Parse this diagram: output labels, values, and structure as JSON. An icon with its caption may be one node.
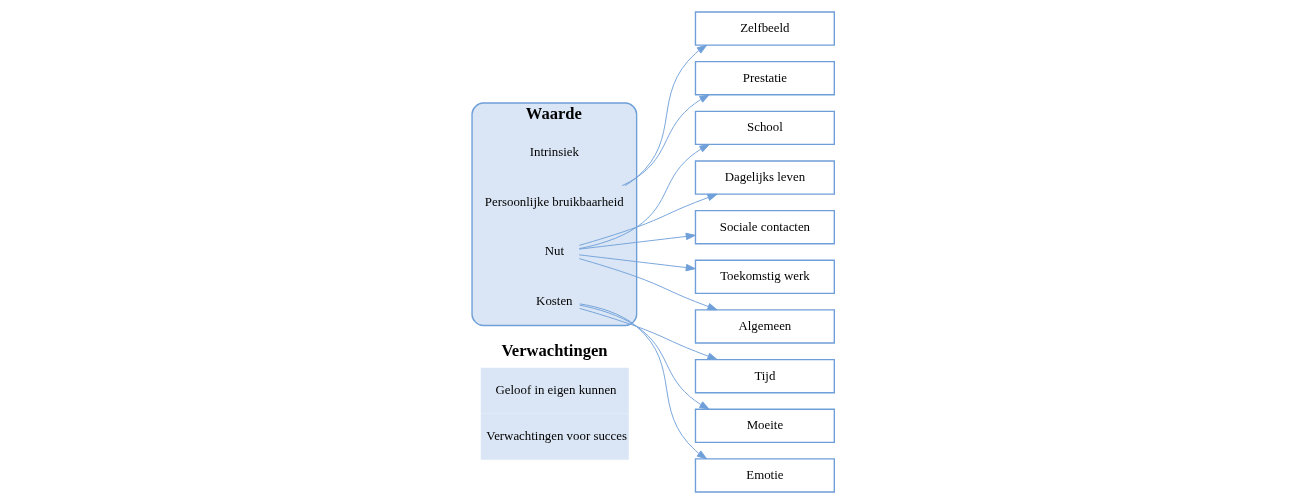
{
  "diagram": {
    "nodes": [
      {
        "text": [
          "Verwachtingen",
          "Geloof in eigen kunnen",
          "Verwachtingen voor succes"
        ]
      },
      {
        "text": [
          "Waarde"
        ]
      },
      {
        "text": [
          "Intrinsiek"
        ],
        "in": 1
      },
      {
        "text": [
          "Persoonlijke bruikbaarheid"
        ],
        "in": 1
      },
      {
        "text": [
          "Nut"
        ],
        "in": 1
      },
      {
        "text": [
          "Kosten"
        ],
        "in": 1
      },
      {
        "text": [
          "Zelfbeeld"
        ]
      },
      {
        "text": [
          "Prestatie"
        ]
      },
      {
        "text": [
          "School"
        ]
      },
      {
        "text": [
          "Dagelijks leven"
        ]
      },
      {
        "text": [
          "Sociale contacten"
        ]
      },
      {
        "text": [
          "Toekomstig werk"
        ]
      },
      {
        "text": [
          "Algemeen"
        ]
      },
      {
        "text": [
          "Tijd"
        ]
      },
      {
        "text": [
          "Moeite"
        ]
      },
      {
        "text": [
          "Emotie"
        ]
      }
    ],
    "edges": [
      {
        "from": 3,
        "to": 6,
        "arrow": "to"
      },
      {
        "from": 3,
        "to": 7,
        "arrow": "to"
      },
      {
        "from": 4,
        "to": 8,
        "arrow": "to"
      },
      {
        "from": 4,
        "to": 9,
        "arrow": "to"
      },
      {
        "from": 4,
        "to": 10,
        "arrow": "to"
      },
      {
        "from": 4,
        "to": 11,
        "arrow": "to"
      },
      {
        "from": 4,
        "to": 12,
        "arrow": "to"
      },
      {
        "from": 5,
        "to": 13,
        "arrow": "to"
      },
      {
        "from": 5,
        "to": 14,
        "arrow": "to"
      },
      {
        "from": 5,
        "to": 15,
        "arrow": "to"
      }
    ]
  }
}
